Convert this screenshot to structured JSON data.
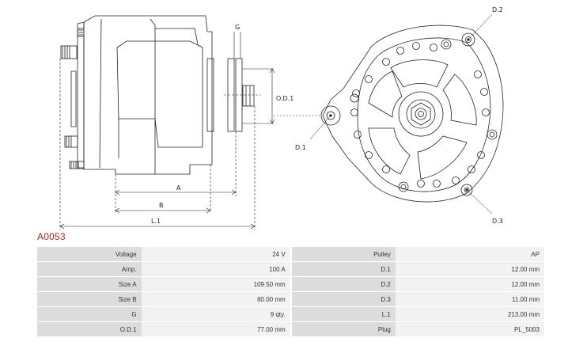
{
  "dimension_labels": {
    "g": "G",
    "od1": "O.D.1",
    "d1": "D.1",
    "d2": "D.2",
    "d3": "D.3",
    "a": "A",
    "b": "B",
    "l1": "L.1"
  },
  "part_code": "A0053",
  "colors": {
    "part_code": "#b22222",
    "label_cell": "#dcdcdc",
    "value_cell": "#f2f2f2"
  },
  "specs": [
    {
      "left_key": "Voltage",
      "left_value": "24 V",
      "right_key": "Pulley",
      "right_value": "AP"
    },
    {
      "left_key": "Amp.",
      "left_value": "100 A",
      "right_key": "D.1",
      "right_value": "12.00 mm"
    },
    {
      "left_key": "Size A",
      "left_value": "109.50 mm",
      "right_key": "D.2",
      "right_value": "12.00 mm"
    },
    {
      "left_key": "Size B",
      "left_value": "80.00 mm",
      "right_key": "D.3",
      "right_value": "11.00 mm"
    },
    {
      "left_key": "G",
      "left_value": "9 qty.",
      "right_key": "L.1",
      "right_value": "213.00 mm"
    },
    {
      "left_key": "O.D.1",
      "left_value": "77.00 mm",
      "right_key": "Plug",
      "right_value": "PL_5003"
    }
  ]
}
